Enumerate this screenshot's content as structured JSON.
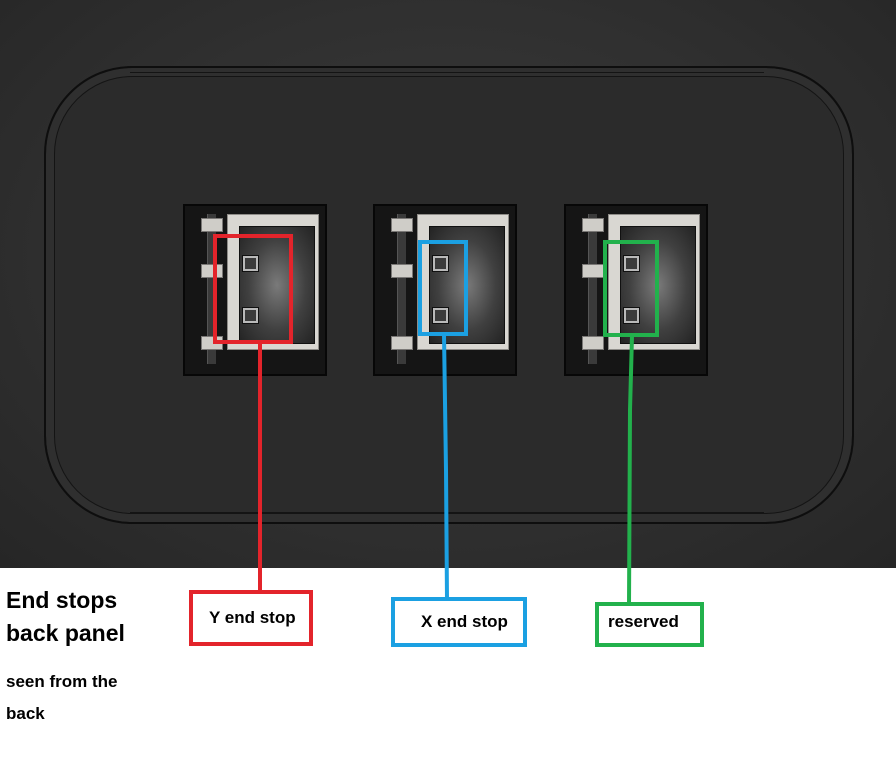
{
  "title": "End stops back panel",
  "subtitle": "seen from the back",
  "connectors": [
    {
      "label": "Y end stop",
      "color": "#e3242b"
    },
    {
      "label": "X end stop",
      "color": "#1ba0e2"
    },
    {
      "label": "reserved",
      "color": "#22b14c"
    }
  ]
}
